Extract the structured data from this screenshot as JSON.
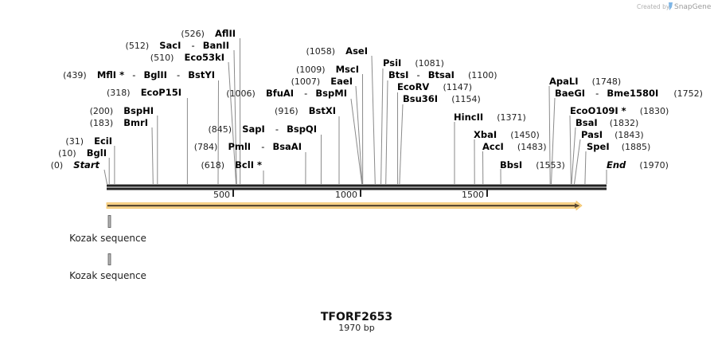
{
  "watermark": {
    "prefix": "Created by",
    "brand": "SnapGene"
  },
  "sequence": {
    "name": "TFORF2653",
    "length": "1970 bp"
  },
  "ruler": {
    "ticks": [
      "500",
      "1000",
      "1500"
    ]
  },
  "separator": "-",
  "features": [
    {
      "label": "Kozak sequence"
    },
    {
      "label": "Kozak sequence"
    }
  ],
  "colors": {
    "orf_fill": "#f9d48a",
    "orf_line": "#5b4a32",
    "backbone": "#222222",
    "connector": "#8a8a8a"
  },
  "sites": [
    {
      "pos": "(0)",
      "names": [
        "Start"
      ]
    },
    {
      "pos": "(10)",
      "names": [
        "BglI"
      ]
    },
    {
      "pos": "(31)",
      "names": [
        "EciI"
      ]
    },
    {
      "pos": "(183)",
      "names": [
        "BmrI"
      ]
    },
    {
      "pos": "(200)",
      "names": [
        "BspHI"
      ]
    },
    {
      "pos": "(318)",
      "names": [
        "EcoP15I"
      ]
    },
    {
      "pos": "(439)",
      "names": [
        "MflI *",
        "BglII",
        "BstYI"
      ]
    },
    {
      "pos": "(510)",
      "names": [
        "Eco53kI"
      ]
    },
    {
      "pos": "(512)",
      "names": [
        "SacI",
        "BanII"
      ]
    },
    {
      "pos": "(526)",
      "names": [
        "AflII"
      ]
    },
    {
      "pos": "(618)",
      "names": [
        "BclI *"
      ]
    },
    {
      "pos": "(784)",
      "names": [
        "PmlI",
        "BsaAI"
      ]
    },
    {
      "pos": "(845)",
      "names": [
        "SapI",
        "BspQI"
      ]
    },
    {
      "pos": "(916)",
      "names": [
        "BstXI"
      ]
    },
    {
      "pos": "(1006)",
      "names": [
        "BfuAI",
        "BspMI"
      ]
    },
    {
      "pos": "(1007)",
      "names": [
        "EaeI"
      ]
    },
    {
      "pos": "(1009)",
      "names": [
        "MscI"
      ]
    },
    {
      "pos": "(1058)",
      "names": [
        "AseI"
      ]
    },
    {
      "pos": "(1081)",
      "names": [
        "PsiI"
      ]
    },
    {
      "pos": "(1100)",
      "names": [
        "BtsI",
        "BtsaI"
      ]
    },
    {
      "pos": "(1147)",
      "names": [
        "EcoRV"
      ]
    },
    {
      "pos": "(1154)",
      "names": [
        "Bsu36I"
      ]
    },
    {
      "pos": "(1371)",
      "names": [
        "HincII"
      ]
    },
    {
      "pos": "(1450)",
      "names": [
        "XbaI"
      ]
    },
    {
      "pos": "(1483)",
      "names": [
        "AccI"
      ]
    },
    {
      "pos": "(1553)",
      "names": [
        "BbsI"
      ]
    },
    {
      "pos": "(1748)",
      "names": [
        "ApaLI"
      ]
    },
    {
      "pos": "(1752)",
      "names": [
        "BaeGI",
        "Bme1580I"
      ]
    },
    {
      "pos": "(1830)",
      "names": [
        "EcoO109I *"
      ]
    },
    {
      "pos": "(1832)",
      "names": [
        "BsaI"
      ]
    },
    {
      "pos": "(1843)",
      "names": [
        "PasI"
      ]
    },
    {
      "pos": "(1885)",
      "names": [
        "SpeI"
      ]
    },
    {
      "pos": "(1970)",
      "names": [
        "End"
      ]
    }
  ]
}
